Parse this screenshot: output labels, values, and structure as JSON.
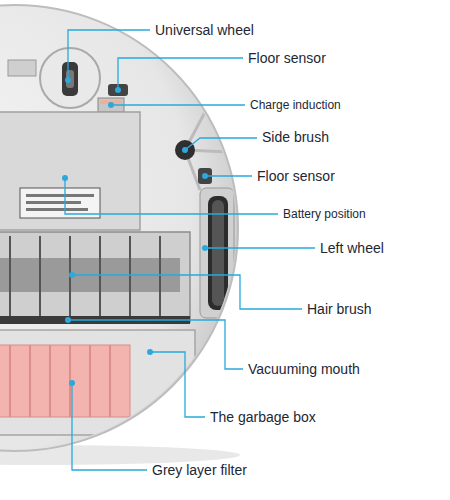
{
  "diagram": {
    "labels": [
      "Universal wheel",
      "Floor sensor",
      "Charge induction",
      "Side brush",
      "Floor sensor",
      "Battery position",
      "Left wheel",
      "Hair brush",
      "Vacuuming mouth",
      "The garbage box",
      "Grey layer filter"
    ]
  }
}
